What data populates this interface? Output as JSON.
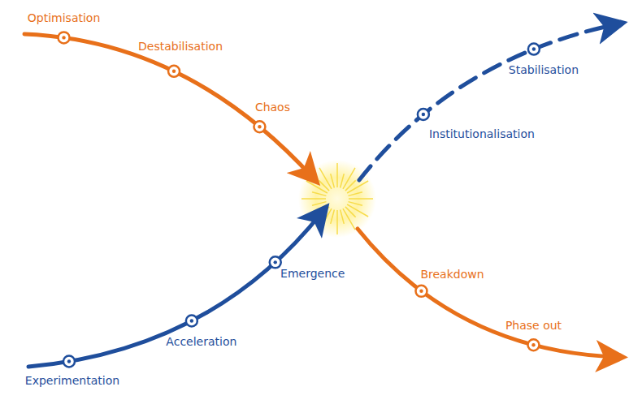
{
  "diagram": {
    "labels": [
      "Optimisation",
      "Destabilisation",
      "Chaos",
      "Experimentation",
      "Acceleration",
      "Emergence",
      "Institutionalisation",
      "Stabilisation",
      "Breakdown",
      "Phase out"
    ]
  }
}
